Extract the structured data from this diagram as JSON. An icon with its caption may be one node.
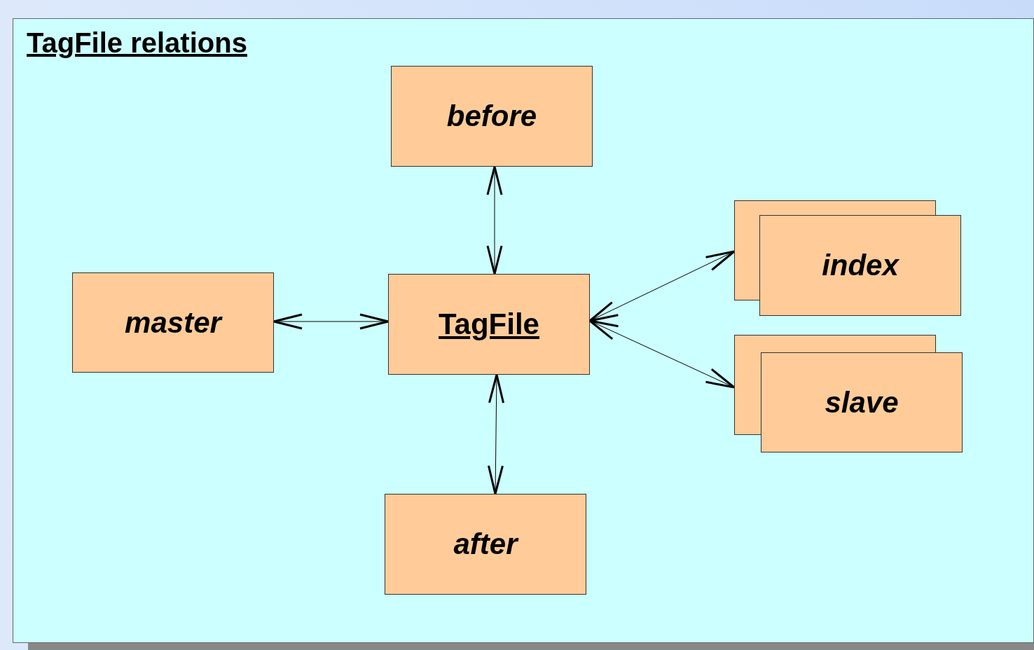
{
  "diagram": {
    "title": "TagFile relations",
    "nodes": [
      {
        "text": [
          "before"
        ]
      },
      {
        "text": [
          "master"
        ]
      },
      {
        "text": [
          "TagFile"
        ]
      },
      {
        "text": [
          "index"
        ]
      },
      {
        "text": [
          "slave"
        ]
      },
      {
        "text": [
          "after"
        ]
      }
    ],
    "edges": [
      {
        "from": 2,
        "to": 0,
        "arrow": "both"
      },
      {
        "from": 1,
        "to": 2,
        "arrow": "both"
      },
      {
        "from": 2,
        "to": 3,
        "arrow": "both"
      },
      {
        "from": 2,
        "to": 4,
        "arrow": "both"
      },
      {
        "from": 2,
        "to": 5,
        "arrow": "both"
      }
    ]
  }
}
